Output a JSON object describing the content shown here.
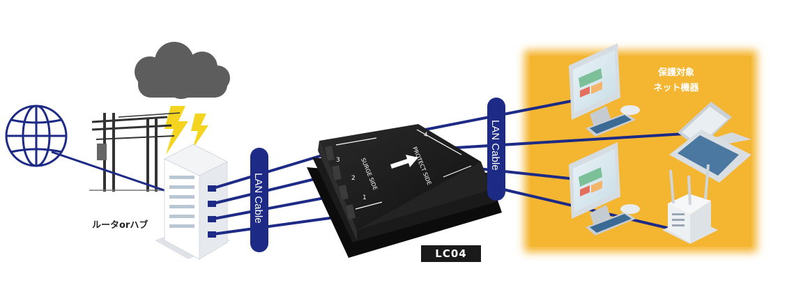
{
  "labels": {
    "router": "ルータorハブ",
    "protected_area_line1": "保護対象",
    "protected_area_line2": "ネット機器",
    "cable_left": "LAN Cable",
    "cable_right": "LAN Cable",
    "model": "LC04",
    "surge_side": "SURGE SIDE",
    "protect_side": "PROTECT SIDE",
    "port_1": "1",
    "port_2": "2",
    "port_3": "3",
    "port_4": "4"
  },
  "colors": {
    "cable": "#1d2a86",
    "protected_area": "#f4b530",
    "device_body": "#1c1c1c",
    "lightning": "#f5d41f",
    "cloud": "#5d5d5d"
  },
  "icons": [
    "globe-icon",
    "cloud-icon",
    "lightning-icon",
    "utility-pole-icon",
    "router-icon",
    "surge-protector-device",
    "desktop-monitor-icon",
    "laptop-icon",
    "wifi-router-icon",
    "keyboard-icon",
    "mouse-icon"
  ]
}
